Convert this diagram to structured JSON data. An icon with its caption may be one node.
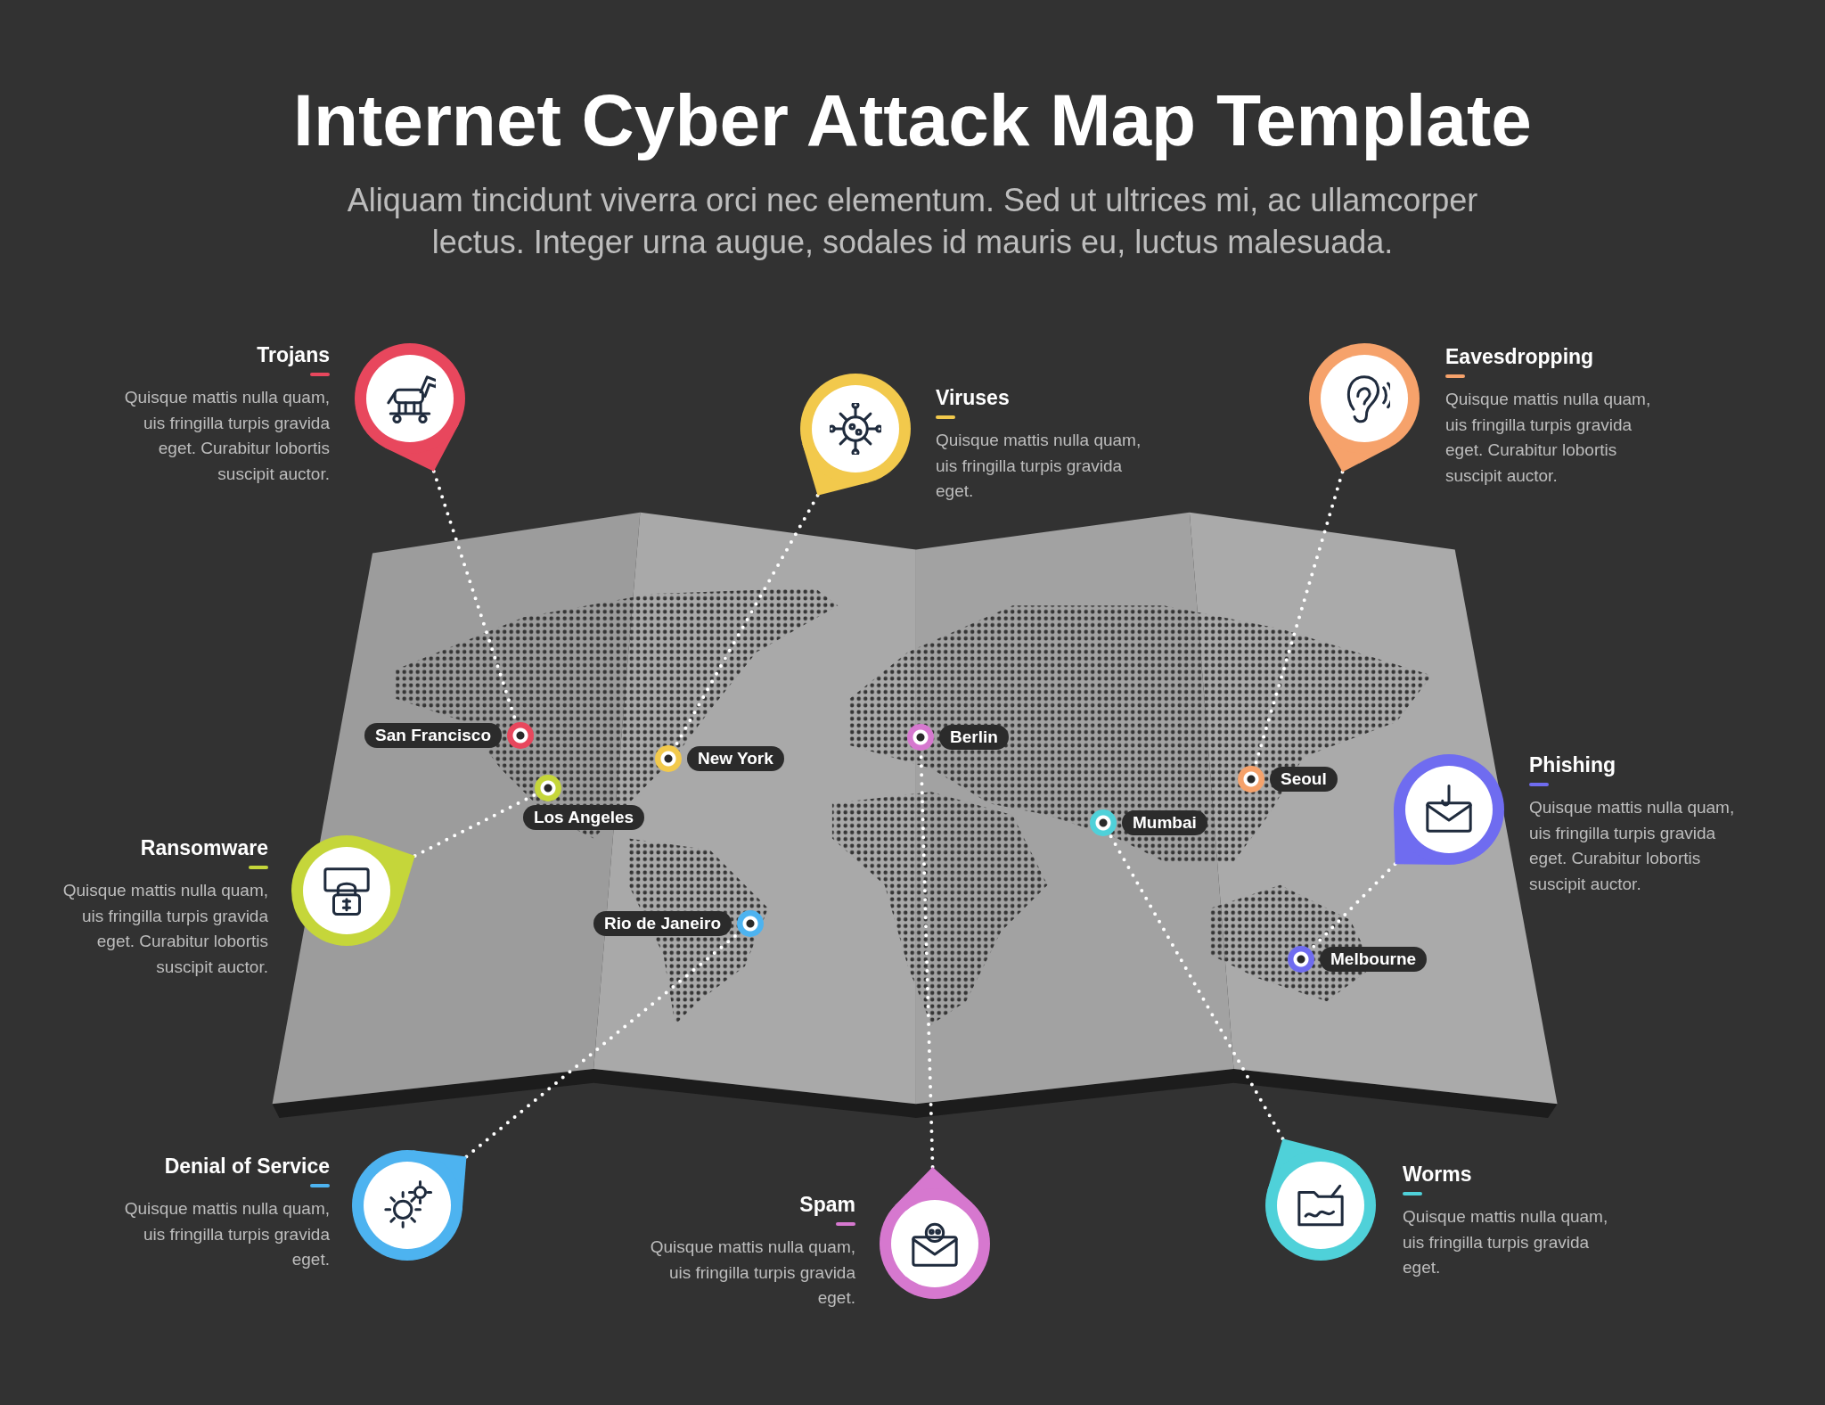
{
  "diagram": {
    "title": "Internet Cyber Attack Map Template",
    "caption": "Aliquam tincidunt viverra orci nec elementum. Sed ut ultrices mi, ac ullamcorper lectus. Integer urna augue, sodales id mauris eu, luctus malesuada.",
    "nodes": [
      {
        "text": [
          "Trojans",
          "Quisque mattis nulla quam, uis fringilla turpis gravida eget. Curabitur lobortis suscipit auctor."
        ]
      },
      {
        "text": [
          "Viruses",
          "Quisque mattis nulla quam, uis fringilla turpis gravida eget."
        ]
      },
      {
        "text": [
          "Eavesdropping",
          "Quisque mattis nulla quam, uis fringilla turpis gravida eget. Curabitur lobortis suscipit auctor."
        ]
      },
      {
        "text": [
          "San Francisco"
        ]
      },
      {
        "text": [
          "Berlin"
        ]
      },
      {
        "text": [
          "New York"
        ]
      },
      {
        "text": [
          "Seoul"
        ]
      },
      {
        "text": [
          "Phishing",
          "Quisque mattis nulla quam, uis fringilla turpis gravida eget. Curabitur lobortis suscipit auctor."
        ]
      },
      {
        "text": [
          "Los Angeles"
        ]
      },
      {
        "text": [
          "Mumbai"
        ]
      },
      {
        "text": [
          "Ransomware",
          "Quisque mattis nulla quam, uis fringilla turpis gravida eget. Curabitur lobortis suscipit auctor."
        ]
      },
      {
        "text": [
          "Rio de Janeiro"
        ]
      },
      {
        "text": [
          "Melbourne"
        ]
      },
      {
        "text": [
          "Worms",
          "Quisque mattis nulla quam, uis fringilla turpis gravida eget."
        ]
      },
      {
        "text": [
          "Denial of Service",
          "Quisque mattis nulla quam, uis fringilla turpis gravida eget."
        ]
      },
      {
        "text": [
          "Spam",
          "Quisque mattis nulla quam, uis fringilla turpis gravida eget."
        ]
      }
    ],
    "edges": [
      {
        "from": 0,
        "to": 3,
        "arrow": "none"
      },
      {
        "from": 1,
        "to": 5,
        "arrow": "none"
      },
      {
        "from": 2,
        "to": 6,
        "arrow": "none"
      },
      {
        "from": 7,
        "to": 12,
        "arrow": "none"
      },
      {
        "from": 10,
        "to": 8,
        "arrow": "none"
      },
      {
        "from": 14,
        "to": 11,
        "arrow": "none"
      },
      {
        "from": 15,
        "to": 4,
        "arrow": "none"
      },
      {
        "from": 13,
        "to": 9,
        "arrow": "none"
      }
    ]
  }
}
